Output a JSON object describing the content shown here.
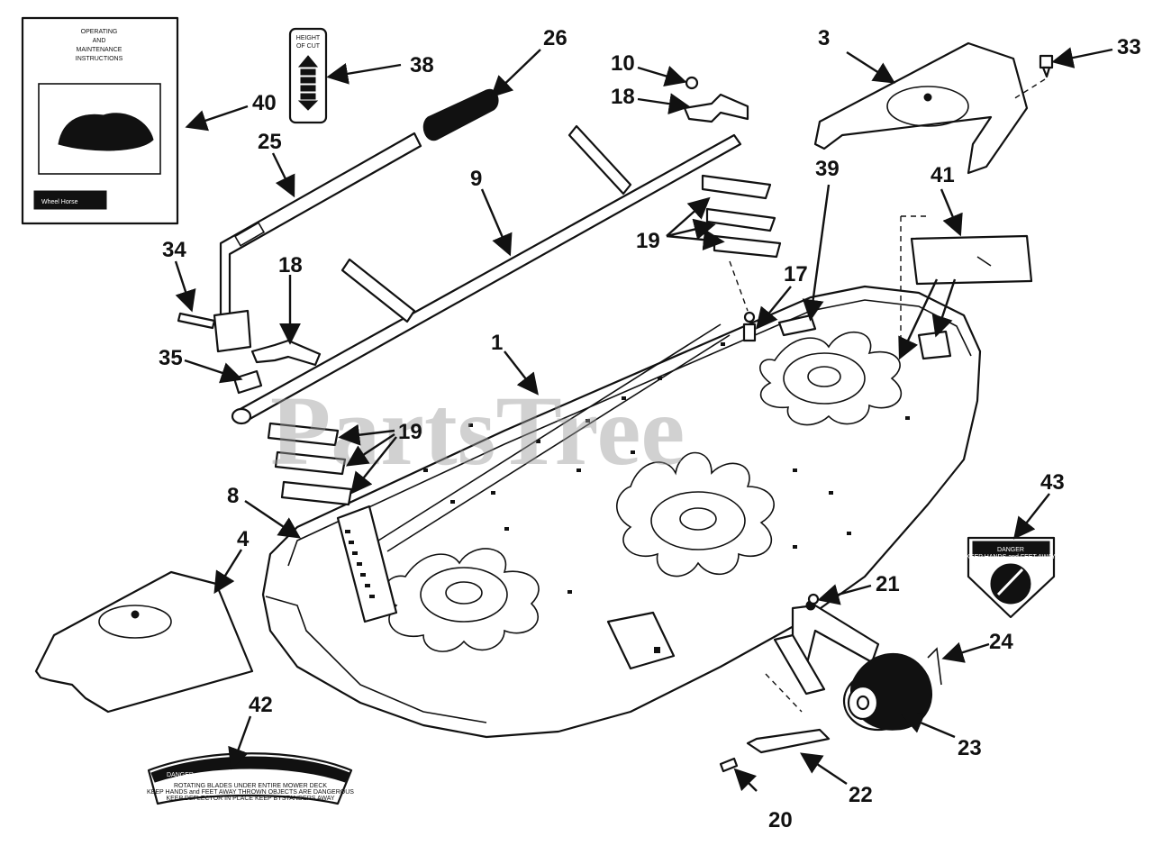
{
  "watermark": "PartsTree",
  "callouts": {
    "c1": "1",
    "c3": "3",
    "c4": "4",
    "c8": "8",
    "c9": "9",
    "c10": "10",
    "c17": "17",
    "c18a": "18",
    "c18b": "18",
    "c19a": "19",
    "c19b": "19",
    "c20": "20",
    "c21": "21",
    "c22": "22",
    "c23": "23",
    "c24": "24",
    "c25": "25",
    "c26": "26",
    "c33": "33",
    "c34": "34",
    "c35": "35",
    "c38": "38",
    "c39": "39",
    "c40": "40",
    "c41": "41",
    "c42": "42",
    "c43": "43"
  },
  "manual": {
    "line1": "OPERATING",
    "line2": "AND",
    "line3": "MAINTENANCE",
    "line4": "INSTRUCTIONS",
    "brand": "Wheel Horse"
  },
  "height_decal": {
    "line1": "HEIGHT",
    "line2": "OF CUT"
  },
  "danger_decal": {
    "title": "DANGER",
    "line1": "ROTATING BLADES UNDER ENTIRE MOWER DECK",
    "line2": "KEEP HANDS and FEET AWAY  THROWN OBJECTS ARE DANGEROUS",
    "line3": "KEEP DEFLECTOR IN PLACE  KEEP BYSTANDERS AWAY"
  },
  "warning_decal": {
    "title": "DANGER",
    "line1": "KEEP HANDS and FEET AWAY"
  }
}
